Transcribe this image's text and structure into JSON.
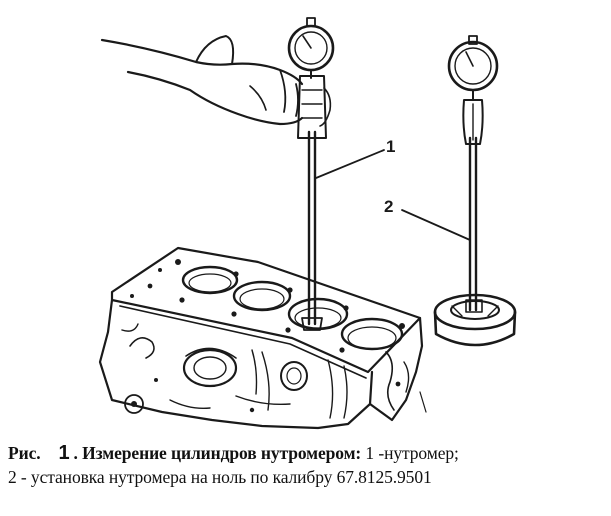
{
  "figure": {
    "callouts": [
      {
        "label": "1"
      },
      {
        "label": "2"
      }
    ]
  },
  "caption": {
    "prefix": "Рис.",
    "figure_number": "1",
    "title": ". Измерение цилиндров нутромером:",
    "legend_line1": " 1 -нутромер;",
    "legend_line2": "2 - установка нутромера на ноль по калибру 67.8125.9501"
  },
  "colors": {
    "ink": "#1a1a1a",
    "paper": "#ffffff"
  }
}
